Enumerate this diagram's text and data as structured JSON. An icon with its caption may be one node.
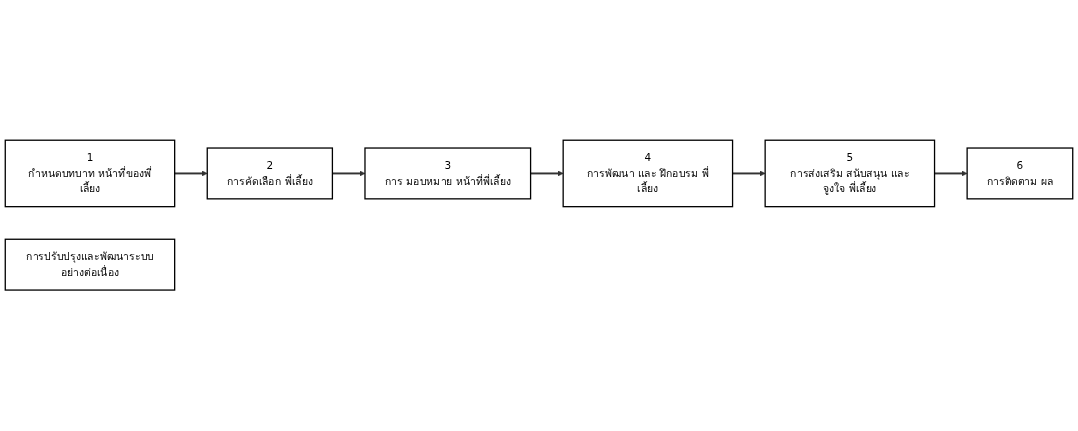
{
  "diagram": {
    "nodes": [
      {
        "text": [
          "1",
          "กำหนดบทบาท หน้าที่ของพี่เลี้ยง"
        ]
      },
      {
        "text": [
          "2",
          "การคัดเลือก พี่เลี้ยง"
        ]
      },
      {
        "text": [
          "3",
          "การ มอบหมาย หน้าที่พี่เลี้ยง"
        ]
      },
      {
        "text": [
          "4",
          "การพัฒนา และ ฝึกอบรม พี่เลี้ยง"
        ]
      },
      {
        "text": [
          "5",
          "การส่งเสริม สนับสนุน และจูงใจ พี่เลี้ยง"
        ]
      },
      {
        "text": [
          "6",
          "การติดตาม ผล"
        ]
      },
      {
        "text": [
          "การปรับปรุงและพัฒนาระบบอย่างต่อเนื่อง"
        ]
      }
    ],
    "edges": [
      {
        "from": 0,
        "to": 1,
        "arrow": "to"
      },
      {
        "from": 1,
        "to": 2,
        "arrow": "to"
      },
      {
        "from": 2,
        "to": 3,
        "arrow": "to"
      },
      {
        "from": 3,
        "to": 4,
        "arrow": "to"
      },
      {
        "from": 4,
        "to": 5,
        "arrow": "to"
      }
    ]
  }
}
